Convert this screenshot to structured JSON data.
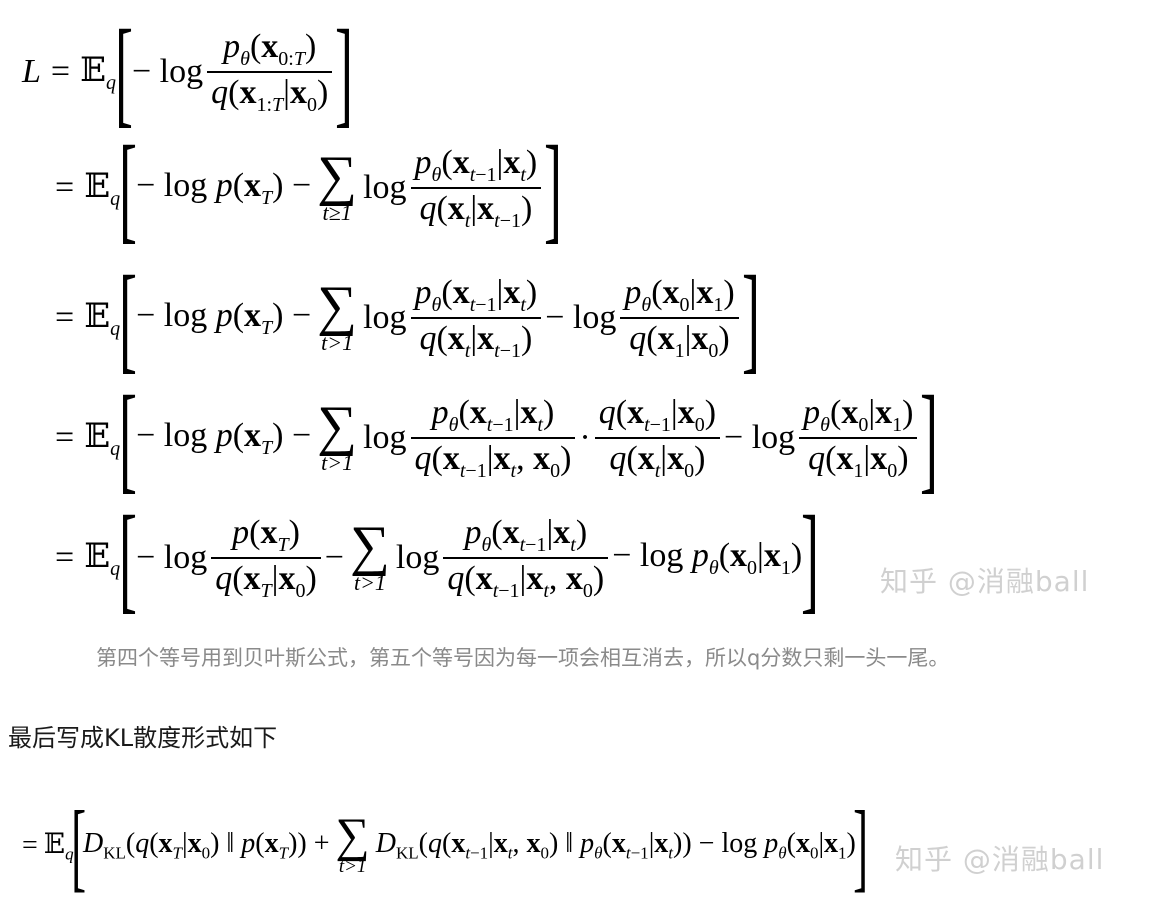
{
  "equation": {
    "lhs": "L",
    "line1": "= 𝔼_q [ − log p_θ(x_{0:T}) / q(x_{1:T}|x_0) ]",
    "line2": "= 𝔼_q [ − log p(x_T) − Σ_{t≥1} log p_θ(x_{t−1}|x_t) / q(x_t|x_{t−1}) ]",
    "line3": "= 𝔼_q [ − log p(x_T) − Σ_{t>1} log p_θ(x_{t−1}|x_t) / q(x_t|x_{t−1}) − log p_θ(x_0|x_1) / q(x_1|x_0) ]",
    "line4": "= 𝔼_q [ − log p(x_T) − Σ_{t>1} log p_θ(x_{t−1}|x_t) / q(x_{t−1}|x_t, x_0) · q(x_{t−1}|x_0) / q(x_t|x_0) − log p_θ(x_0|x_1) / q(x_1|x_0) ]",
    "line5": "= 𝔼_q [ − log p(x_T) / q(x_T|x_0) − Σ_{t>1} log p_θ(x_{t−1}|x_t) / q(x_{t−1}|x_t, x_0) − log p_θ(x_0|x_1) ]",
    "kl_line": "= 𝔼_q [ D_KL(q(x_T|x_0) ‖ p(x_T)) + Σ_{t>1} D_KL(q(x_{t−1}|x_t, x_0) ‖ p_θ(x_{t−1}|x_t)) − log p_θ(x_0|x_1) ]"
  },
  "caption": "第四个等号用到贝叶斯公式，第五个等号因为每一项会相互消去，所以q分数只剩一头一尾。",
  "paragraph": "最后写成KL散度形式如下",
  "watermark": "知乎 @消融ball",
  "colors": {
    "caption": "#8a8a8a",
    "text": "#1a1a1a",
    "math": "#000000"
  }
}
